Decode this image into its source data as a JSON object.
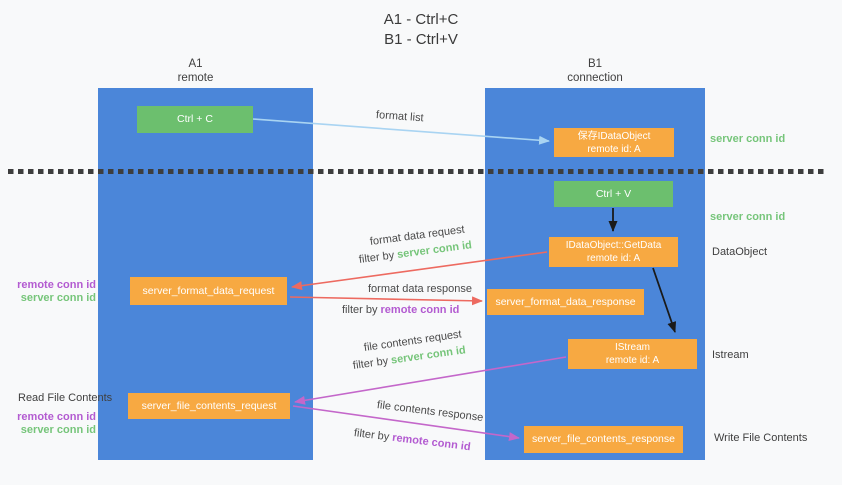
{
  "title": {
    "lines": [
      "A1 - Ctrl+C",
      "B1 - Ctrl+V"
    ]
  },
  "lanes": {
    "a1": {
      "name": "A1",
      "subtitle": "remote"
    },
    "b1": {
      "name": "B1",
      "subtitle": "connection"
    }
  },
  "nodes": {
    "ctrl_c": {
      "label": "Ctrl + C"
    },
    "save_idataobject": {
      "line1": "保存IDataObject",
      "line2": "remote id: A"
    },
    "ctrl_v": {
      "label": "Ctrl + V"
    },
    "getdata": {
      "line1": "IDataObject::GetData",
      "line2": "remote id: A"
    },
    "format_request": {
      "label": "server_format_data_request"
    },
    "format_response": {
      "label": "server_format_data_response"
    },
    "istream": {
      "line1": "IStream",
      "line2": "remote id: A"
    },
    "file_request": {
      "label": "server_file_contents_request"
    },
    "file_response": {
      "label": "server_file_contents_response"
    }
  },
  "edge_labels": {
    "format_list": "format list",
    "format_data_request": "format data request",
    "format_data_request_filter_prefix": "filter by ",
    "format_data_request_filter_key": "server conn id",
    "format_data_response": "format data response",
    "format_data_response_filter_prefix": "filter by ",
    "format_data_response_filter_key": "remote conn id",
    "file_contents_request": "file contents request",
    "file_contents_request_filter_prefix": "filter by ",
    "file_contents_request_filter_key": "server conn id",
    "file_contents_response": "file contents response",
    "file_contents_response_filter_prefix": "filter by ",
    "file_contents_response_filter_key": "remote conn id"
  },
  "side_labels": {
    "right_server_conn_id_top": "server conn id",
    "right_server_conn_id_mid": "server conn id",
    "right_dataobject": "DataObject",
    "right_istream": "Istream",
    "right_write_file_contents": "Write File Contents",
    "left_remote_conn_id_top": "remote conn id",
    "left_server_conn_id_top": "server conn id",
    "left_read_file_contents": "Read File Contents",
    "left_remote_conn_id_bottom": "remote conn id",
    "left_server_conn_id_bottom": "server conn id"
  },
  "colors": {
    "lane_blue": "#4b86d9",
    "box_green": "#6cbf6e",
    "box_orange": "#f7a942",
    "arrow_light_blue": "#a9d4f2",
    "arrow_red": "#ed6a60",
    "arrow_purple": "#c467ca",
    "arrow_black": "#1a1a1a",
    "text_green": "#76c57a",
    "text_purple": "#b35bd1",
    "separator_gray": "#3d3d3d"
  }
}
